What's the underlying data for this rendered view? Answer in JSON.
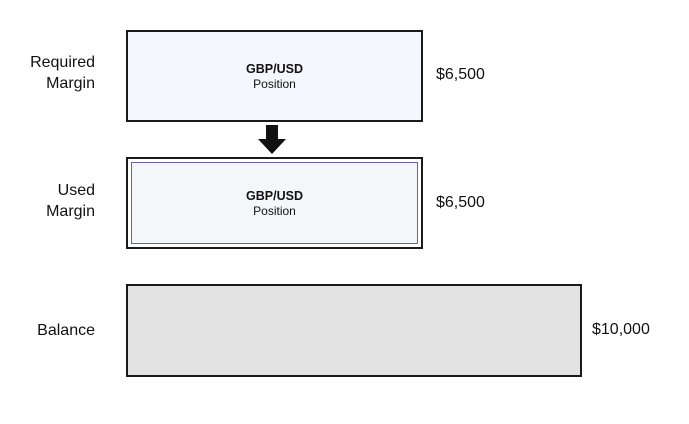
{
  "rows": {
    "required": {
      "label_line1": "Required",
      "label_line2": "Margin",
      "box_title": "GBP/USD",
      "box_subtitle": "Position",
      "amount": "$6,500"
    },
    "used": {
      "label_line1": "Used",
      "label_line2": "Margin",
      "box_title": "GBP/USD",
      "box_subtitle": "Position",
      "amount": "$6,500"
    },
    "balance": {
      "label": "Balance",
      "amount": "$10,000"
    }
  },
  "icons": {
    "arrow": "arrow-down-icon"
  },
  "colors": {
    "required_fill": "#f4f7fd",
    "used_fill": "#f3f7fa",
    "used_frame": "#6b5fb3",
    "balance_fill": "#e3e3e3",
    "border": "#1a1a1a"
  }
}
